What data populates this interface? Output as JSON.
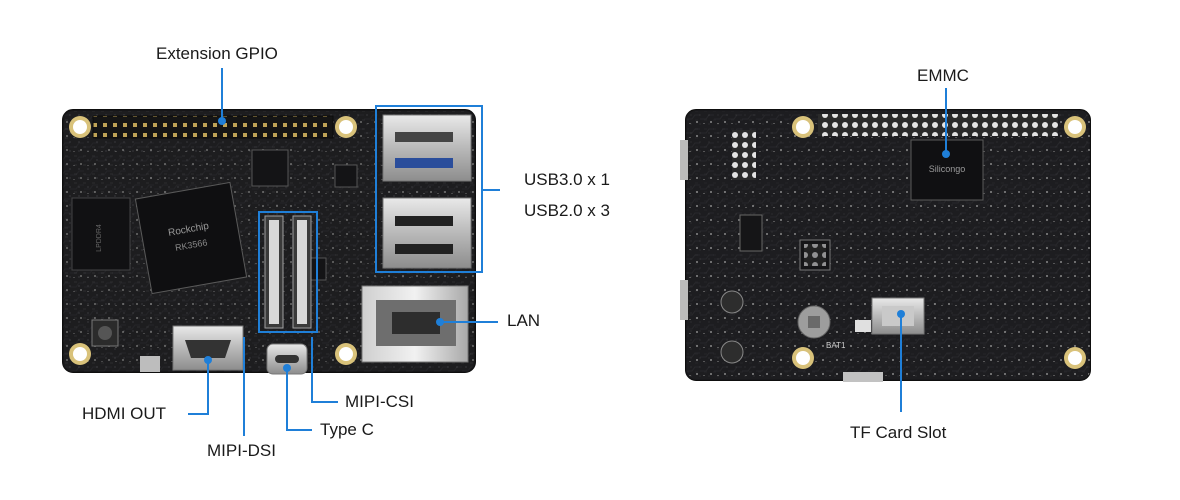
{
  "colors": {
    "background": "#ffffff",
    "board": "#1c1c1e",
    "silkscreen": "#d8d8d8",
    "callout": "#1f7fd8",
    "label": "#1a1a1a"
  },
  "labels": {
    "extension_gpio": "Extension GPIO",
    "usb30": "USB3.0 x 1",
    "usb20": "USB2.0 x 3",
    "lan": "LAN",
    "hdmi_out": "HDMI OUT",
    "mipi_dsi": "MIPI-DSI",
    "type_c": "Type C",
    "mipi_csi": "MIPI-CSI",
    "emmc": "EMMC",
    "tf_card_slot": "TF Card Slot"
  },
  "chip_marks": {
    "soc_brand": "Rockchip",
    "soc_model": "RK3566",
    "emmc_brand": "Silicongo",
    "battery": "BAT1"
  }
}
